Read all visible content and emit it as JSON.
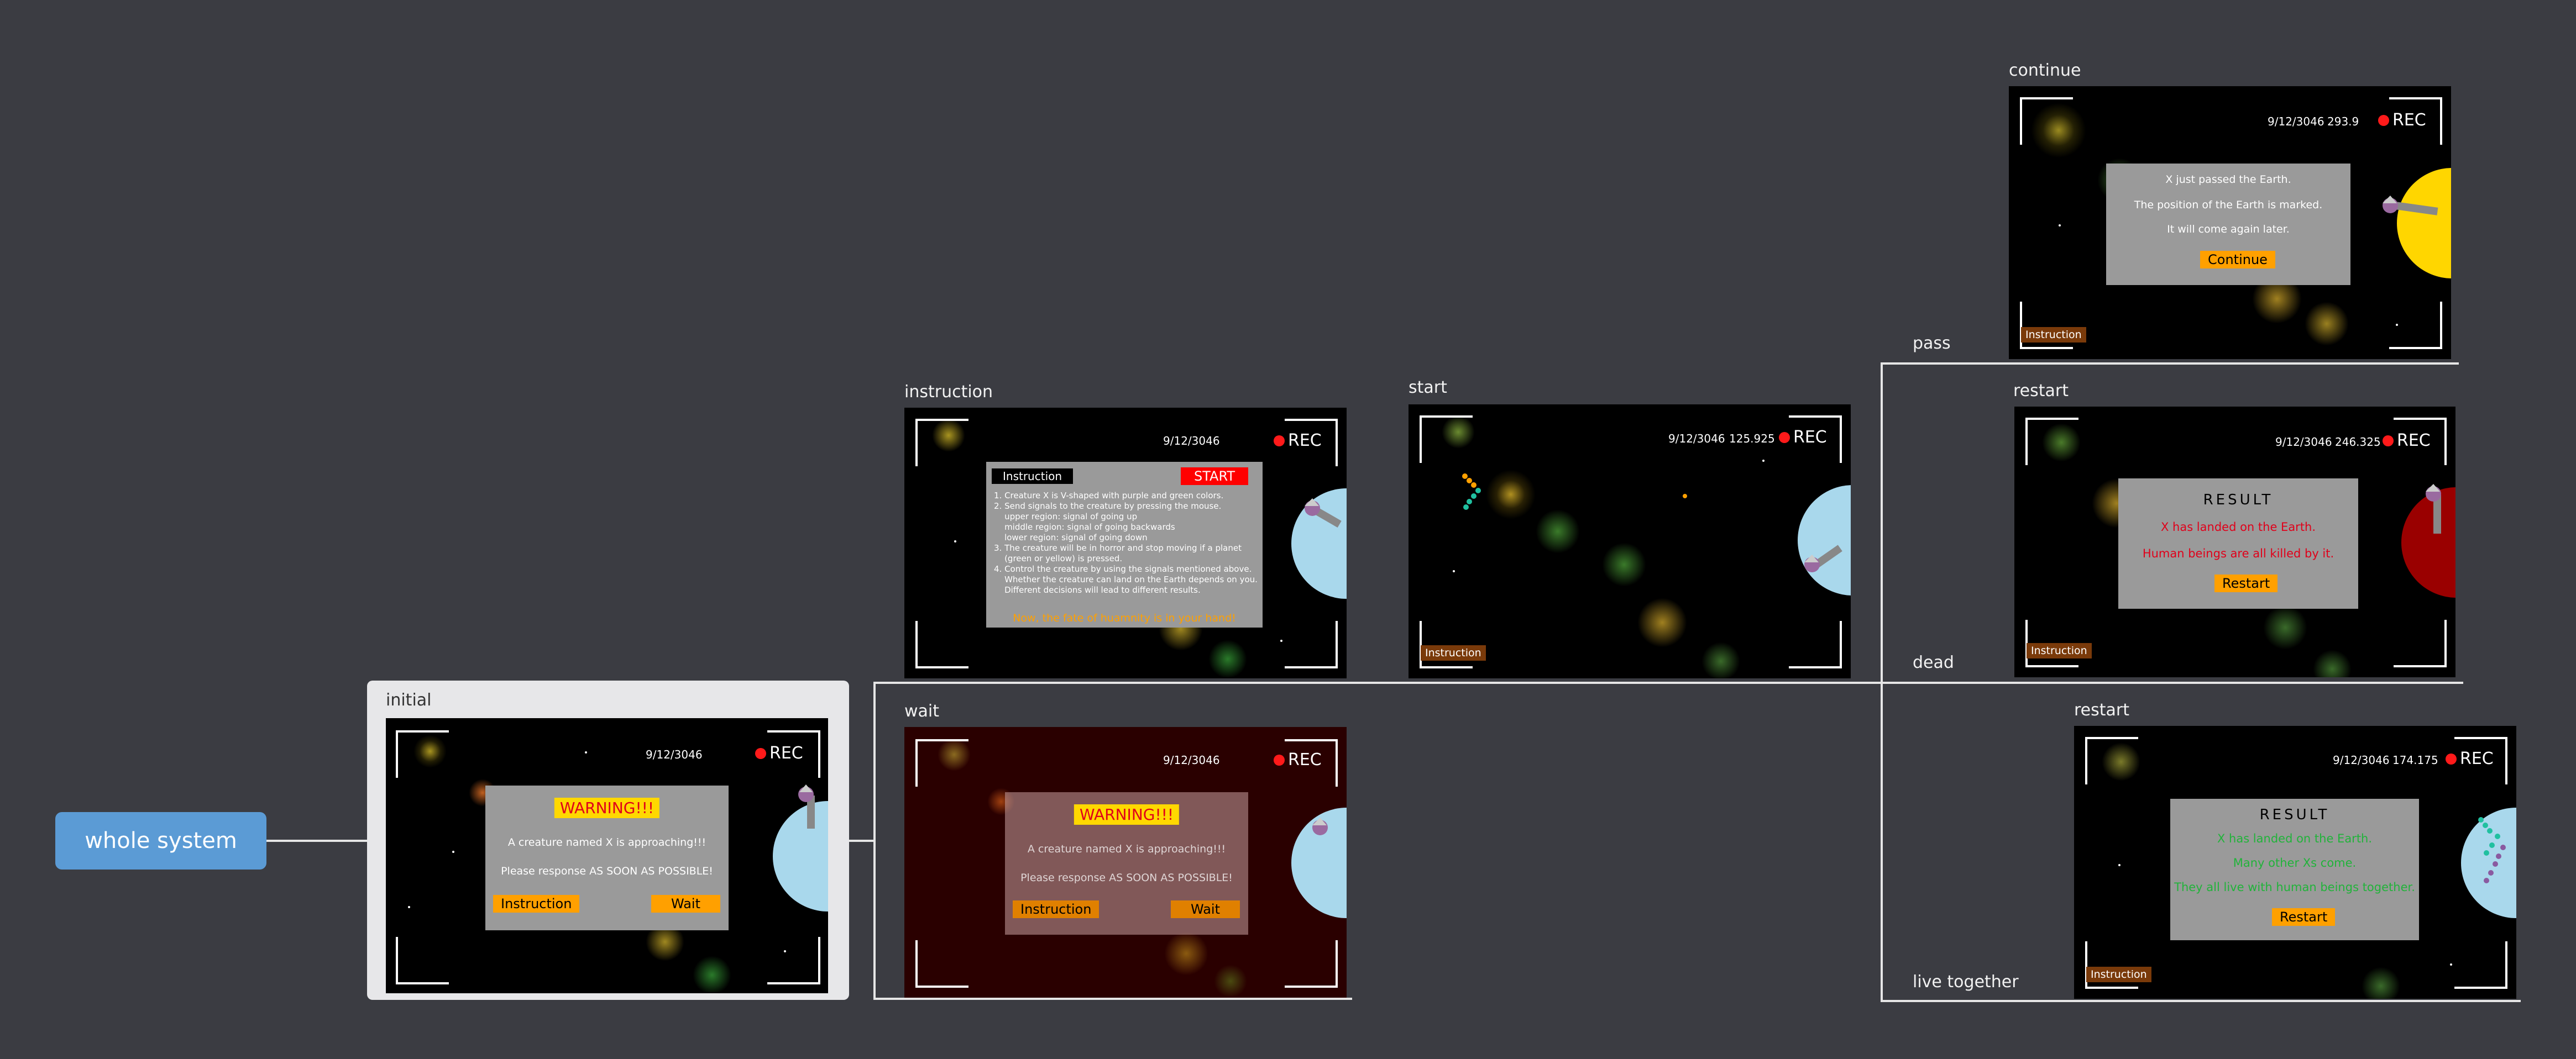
{
  "root": {
    "label": "whole system"
  },
  "branches": {
    "initial": "initial",
    "instruction": "instruction",
    "wait": "wait",
    "start": "start",
    "pass": "pass",
    "dead": "dead",
    "live_together": "live together",
    "continue": "continue",
    "restart_dead": "restart",
    "restart_live": "restart"
  },
  "screens": {
    "initial": {
      "date": "9/12/3046",
      "rec": "REC",
      "warning": "WARNING!!!",
      "line1": "A creature named X is approaching!!!",
      "line2": "Please response AS SOON AS POSSIBLE!",
      "instruction_btn": "Instruction",
      "wait_btn": "Wait"
    },
    "wait": {
      "date": "9/12/3046",
      "rec": "REC",
      "warning": "WARNING!!!",
      "line1": "A creature named X is approaching!!!",
      "line2": "Please response AS SOON AS POSSIBLE!",
      "instruction_btn": "Instruction",
      "wait_btn": "Wait"
    },
    "instruction": {
      "date": "9/12/3046",
      "rec": "REC",
      "title": "Instruction",
      "start_btn": "START",
      "body": "1. Creature X is V-shaped with purple and green colors.\n2. Send signals to the creature by pressing the mouse.\n    upper region: signal of going up\n    middle region: signal of going backwards\n    lower region: signal of going down\n3. The creature will be in horror and stop moving if a planet\n    (green or yellow) is pressed.\n4. Control the creature by using the signals mentioned above.\n    Whether the creature can land on the Earth depends on you.\n    Different decisions will lead to different results.",
      "tagline": "Now, the fate of huamnity is in your hand!"
    },
    "start": {
      "date": "9/12/3046",
      "time": "125.925",
      "rec": "REC",
      "instruction_btn": "Instruction"
    },
    "continue": {
      "date": "9/12/3046",
      "time": "293.9",
      "rec": "REC",
      "line1": "X just passed the Earth.",
      "line2": "The position of the Earth is marked.",
      "line3": "It will come again later.",
      "continue_btn": "Continue",
      "instruction_btn": "Instruction"
    },
    "restart_dead": {
      "date": "9/12/3046",
      "time": "246.325",
      "rec": "REC",
      "title": "RESULT",
      "line1": "X has landed on the Earth.",
      "line2": "Human beings are all killed by it.",
      "restart_btn": "Restart",
      "instruction_btn": "Instruction"
    },
    "restart_live": {
      "date": "9/12/3046",
      "time": "174.175",
      "rec": "REC",
      "title": "RESULT",
      "line1": "X has landed on the Earth.",
      "line2": "Many other Xs come.",
      "line3": "They all live with human beings together.",
      "restart_btn": "Restart",
      "instruction_btn": "Instruction"
    }
  },
  "colors": {
    "background": "#3b3c42",
    "root_node": "#5b9bd5",
    "connector": "#e6e6e6",
    "earth": "#a9d8ec",
    "sun": "#ffd600",
    "dead_planet": "#9a0000",
    "rec_dot": "#ff1a1a",
    "button": "#ffa000",
    "warning_bg": "#ffd800",
    "warning_text": "#e0001a",
    "dead_text": "#e0001a",
    "live_text": "#21b33a"
  }
}
